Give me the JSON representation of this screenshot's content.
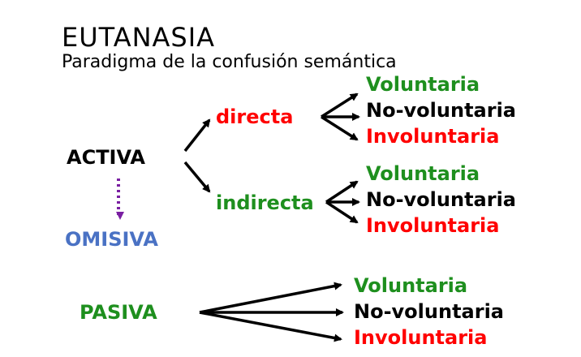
{
  "title": "EUTANASIA",
  "subtitle": "Paradigma de la confusión semántica",
  "colors": {
    "black": "#000000",
    "red": "#ff0000",
    "green": "#1e8f1e",
    "blue": "#4a72c4",
    "purple": "#7a1fa2"
  },
  "nodes": {
    "activa": "ACTIVA",
    "omisiva": "OMISIVA",
    "pasiva": "PASIVA",
    "directa": "directa",
    "indirecta": "indirecta"
  },
  "groups": {
    "directa": [
      "Voluntaria",
      "No-voluntaria",
      "Involuntaria"
    ],
    "indirecta": [
      "Voluntaria",
      "No-voluntaria",
      "Involuntaria"
    ],
    "pasiva": [
      "Voluntaria",
      "No-voluntaria",
      "Involuntaria"
    ]
  }
}
